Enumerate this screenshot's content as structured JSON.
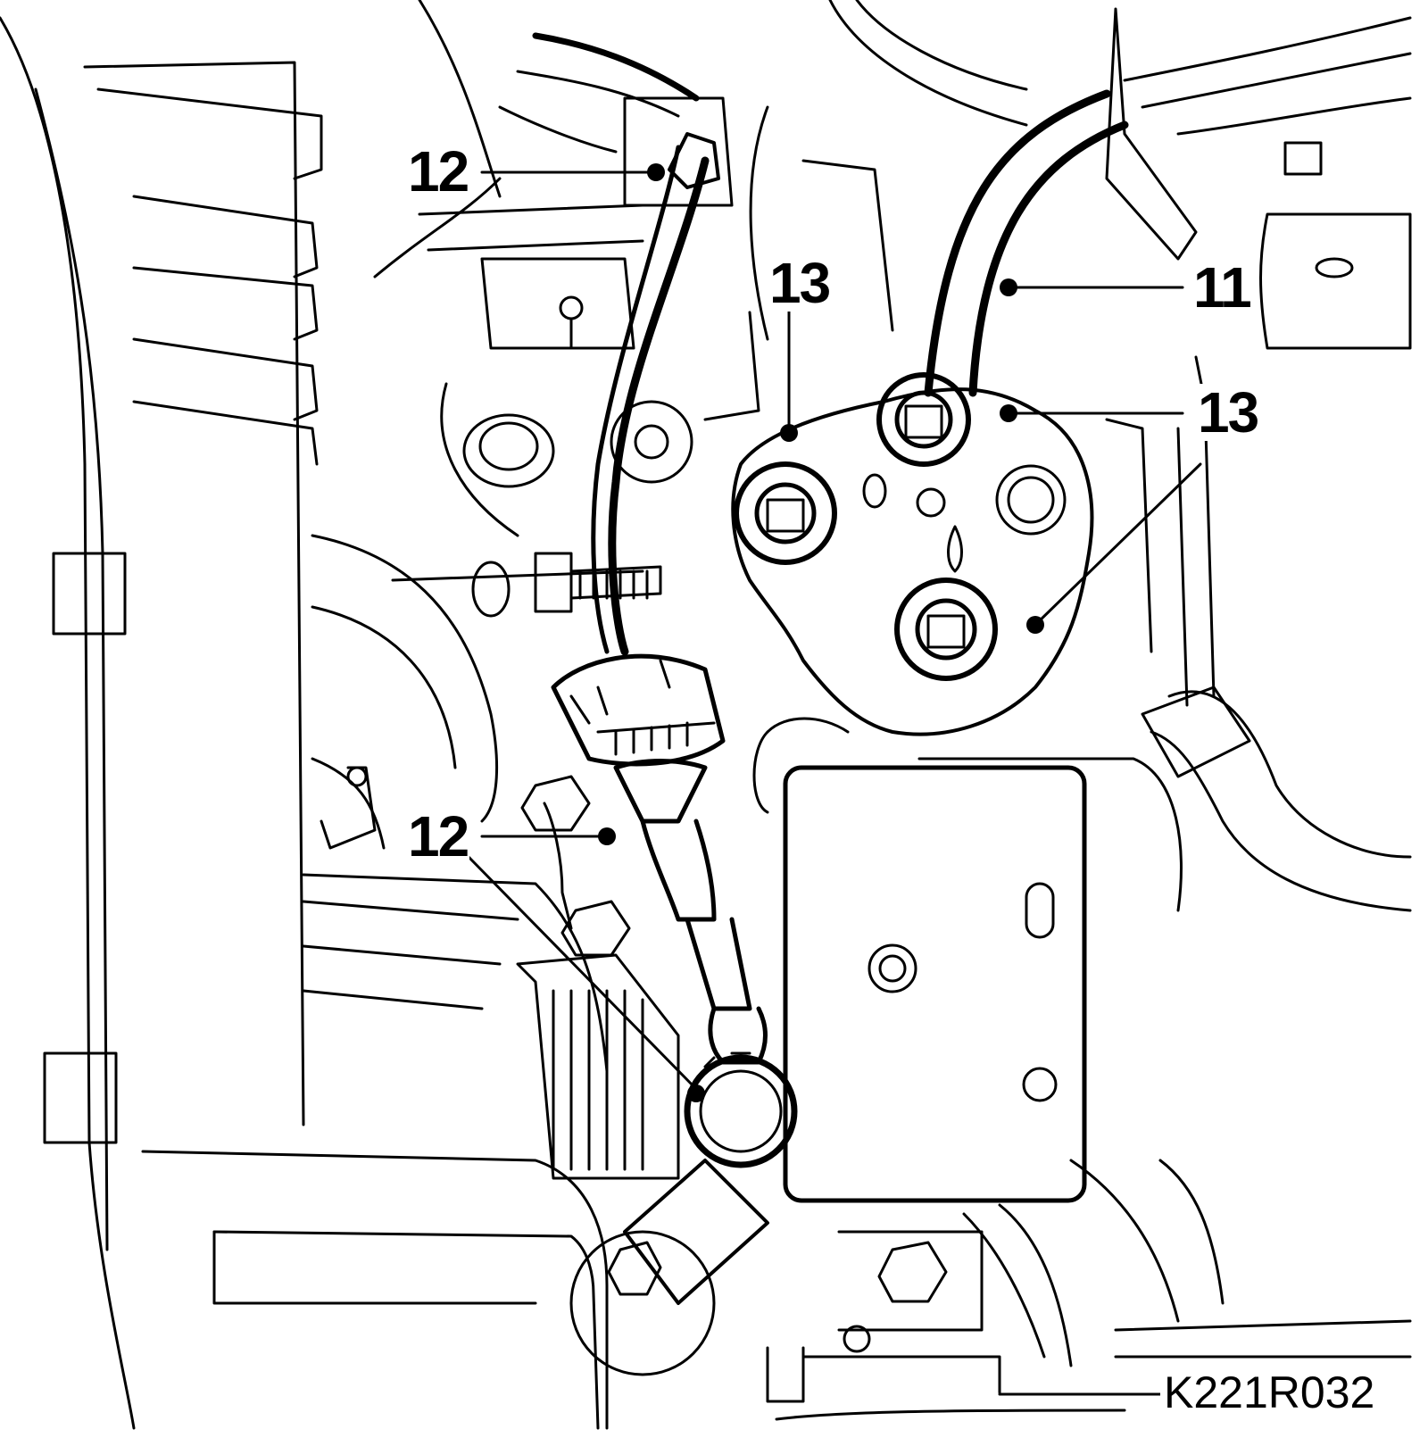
{
  "figure": {
    "reference_code": "K221R032",
    "callouts": [
      {
        "id": "c12a",
        "label": "12"
      },
      {
        "id": "c13a",
        "label": "13"
      },
      {
        "id": "c11",
        "label": "11"
      },
      {
        "id": "c13b",
        "label": "13"
      },
      {
        "id": "c12b",
        "label": "12"
      }
    ],
    "colors": {
      "line": "#000000",
      "background": "#ffffff"
    }
  }
}
